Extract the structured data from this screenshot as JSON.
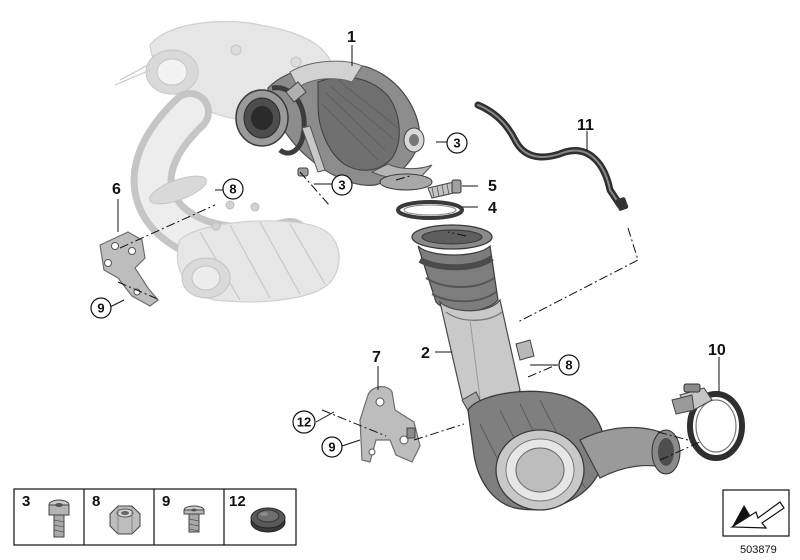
{
  "callouts": {
    "c1": "1",
    "c2": "2",
    "c3a": "3",
    "c3b": "3",
    "c4": "4",
    "c5": "5",
    "c6": "6",
    "c7": "7",
    "c8a": "8",
    "c8b": "8",
    "c9a": "9",
    "c9b": "9",
    "c10": "10",
    "c11": "11",
    "c12": "12"
  },
  "legend": {
    "items": [
      {
        "number": "3",
        "icon": "torx-bolt-icon"
      },
      {
        "number": "8",
        "icon": "hex-nut-icon"
      },
      {
        "number": "9",
        "icon": "screw-icon"
      },
      {
        "number": "12",
        "icon": "plug-icon"
      }
    ]
  },
  "document_number": "503879",
  "colors": {
    "ink": "#111111",
    "ghost_gray": "#e6e6e6",
    "part_gray": "#bdbdbd",
    "dark_gray": "#5a5a5a"
  }
}
